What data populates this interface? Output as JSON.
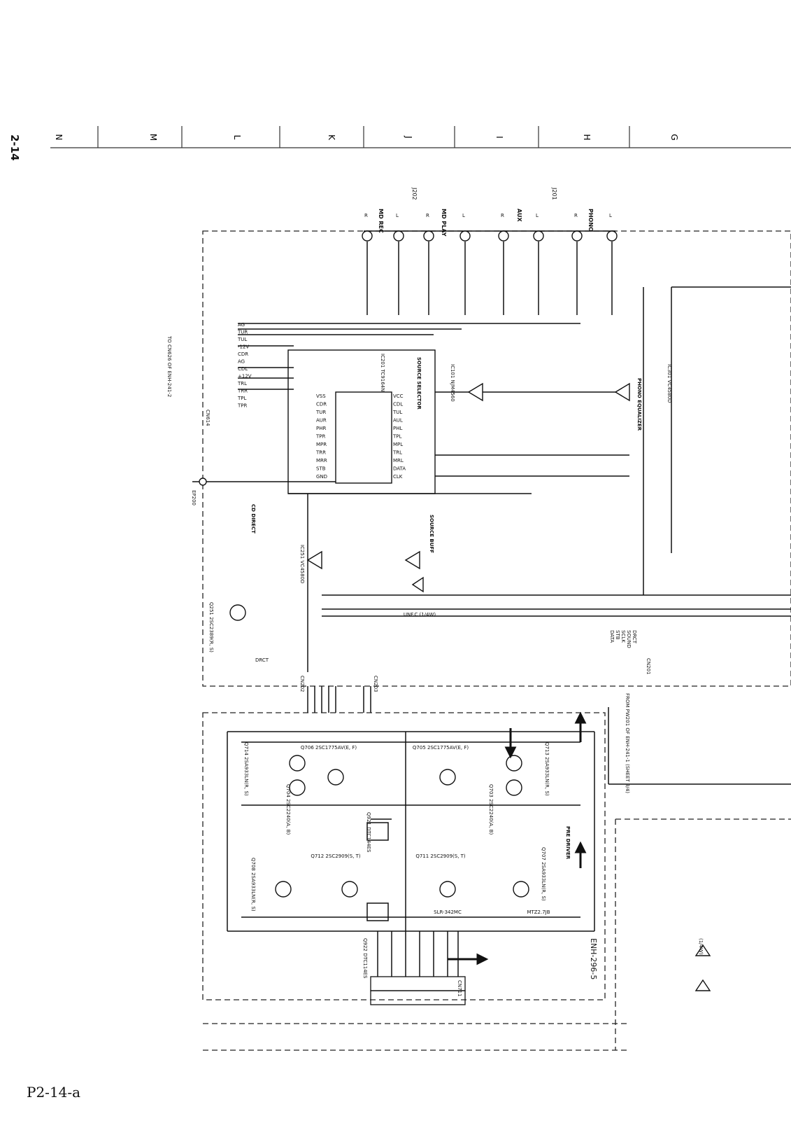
{
  "sheet": {
    "number": "2-14",
    "page_label": "P2-14-a"
  },
  "grid_letters": [
    "N",
    "M",
    "L",
    "K",
    "J",
    "I",
    "H",
    "G"
  ],
  "jacks": {
    "j202": "J202",
    "j201": "J201",
    "labels": [
      "MD REC",
      "MD PLAY",
      "AUX",
      "PHONO"
    ],
    "lr": [
      "R",
      "L",
      "R",
      "L",
      "R",
      "L",
      "R",
      "L"
    ]
  },
  "connectors": {
    "cn614": {
      "ref": "CN614",
      "note": "TO CN626 OF ENH-241-2",
      "pins": [
        "AG",
        "TUR",
        "TUL",
        "-12V",
        "CDR",
        "AG",
        "CDL",
        "+12V",
        "TRL",
        "TRR",
        "TPL",
        "TPR"
      ]
    },
    "cn202": "CN202",
    "cn203": "CN203",
    "cn201": {
      "ref": "CN201",
      "note": "FROM PW201 OF ENH-241-1 (SHEET 3/4)",
      "pins": [
        "DRCT",
        "SOUND",
        "SCLK",
        "STB",
        "DATA"
      ]
    },
    "cn711": "CN711",
    "ep200": "EP200"
  },
  "blocks": {
    "source_selector": "SOURCE SELECTOR",
    "source_buff": "SOURCE BUFF",
    "phono_equalizer": "PHONO EQUALIZER",
    "cd_direct": "CD DIRECT",
    "pre_driver": "PRE DRIVER",
    "board": "ENH-296-5"
  },
  "ic": {
    "ic201": "IC201 TC9164N",
    "ic101": "IC101 NJM4560",
    "ic251": "IC251 VC4580D",
    "ic301": "IC301 VC4580D",
    "left_pins": [
      "VSS",
      "CDR",
      "TUR",
      "AUR",
      "PHR",
      "TPR",
      "MPR",
      "TRR",
      "MRR",
      "STB",
      "GND"
    ],
    "right_pins": [
      "VCC",
      "CDL",
      "TUL",
      "AUL",
      "PHL",
      "TPL",
      "MPL",
      "TRL",
      "MRL",
      "DATA",
      "CLK"
    ]
  },
  "driver_transistors": [
    "Q706 2SC1775AV(E, F)",
    "Q705 2SC1775AV(E, F)",
    "Q714 2SA933LN(R, S)",
    "Q713 2SA933LN(R, S)",
    "Q712 2SC2909(S, T)",
    "Q711 2SC2909(S, T)",
    "Q708 2SA933LN(R, S)",
    "Q707 2SA933LN(R, S)",
    "Q704 2SC2240(A, B)",
    "Q703 2SC2240(A, B)",
    "Q921 DTC144ES",
    "Q922 DTC114ES",
    "Q251 2SC2389(R, S)"
  ],
  "misc_labels": [
    "DRCT",
    "UNF.C (1/4W)",
    "SLR-342MC",
    "MTZ2.7JB",
    "(1/4W)"
  ]
}
